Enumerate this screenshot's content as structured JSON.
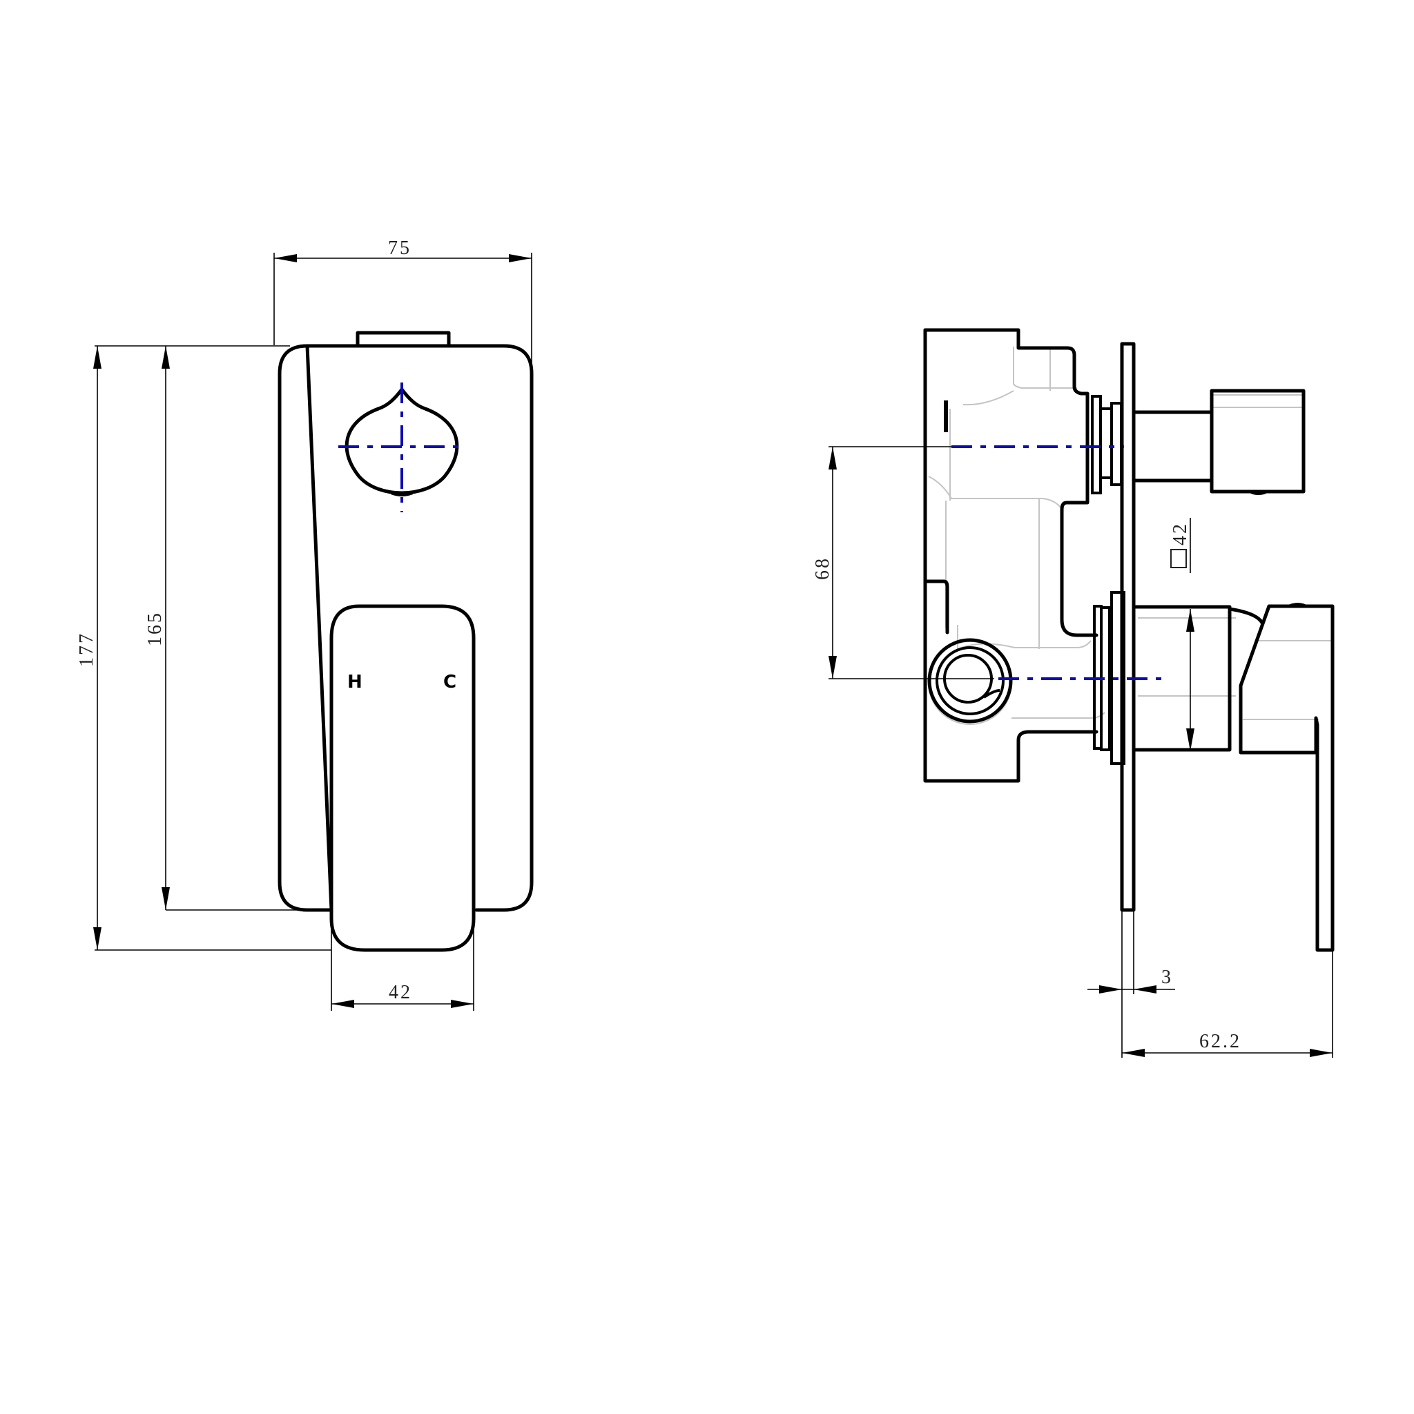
{
  "drawing": {
    "title": "Concealed shower mixer with diverter — technical drawing",
    "colors": {
      "outline": "#000000",
      "hidden_line": "#c4c4c4",
      "center_line": "#0a0ab4",
      "background": "#ffffff"
    }
  },
  "front_view": {
    "dimensions": {
      "plate_width": "75",
      "overall_height": "177",
      "plate_height": "165",
      "lever_width": "42"
    },
    "handle_labels": {
      "hot": "H",
      "cold": "C"
    }
  },
  "side_view": {
    "dimensions": {
      "center_distance": "68",
      "square_size": "42",
      "plate_thickness": "3",
      "projection": "62.2"
    },
    "square_symbol": "square-symbol"
  }
}
